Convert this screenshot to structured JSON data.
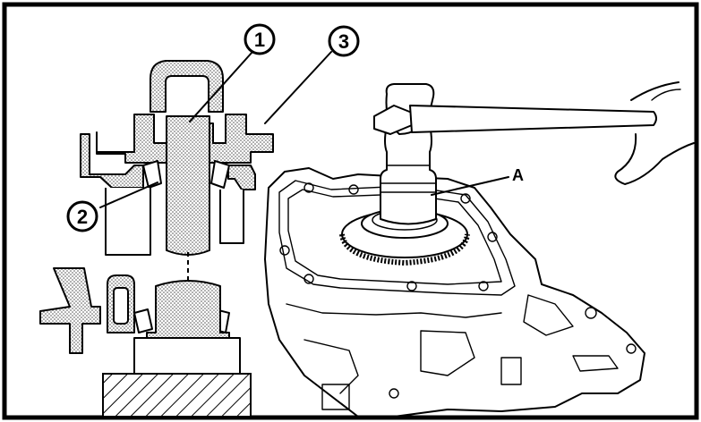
{
  "diagram": {
    "callouts": {
      "one": "1",
      "two": "2",
      "three": "3",
      "a": "A"
    },
    "colors": {
      "ink": "#000000",
      "paper": "#ffffff",
      "stipple": "#bdbdbd"
    }
  }
}
